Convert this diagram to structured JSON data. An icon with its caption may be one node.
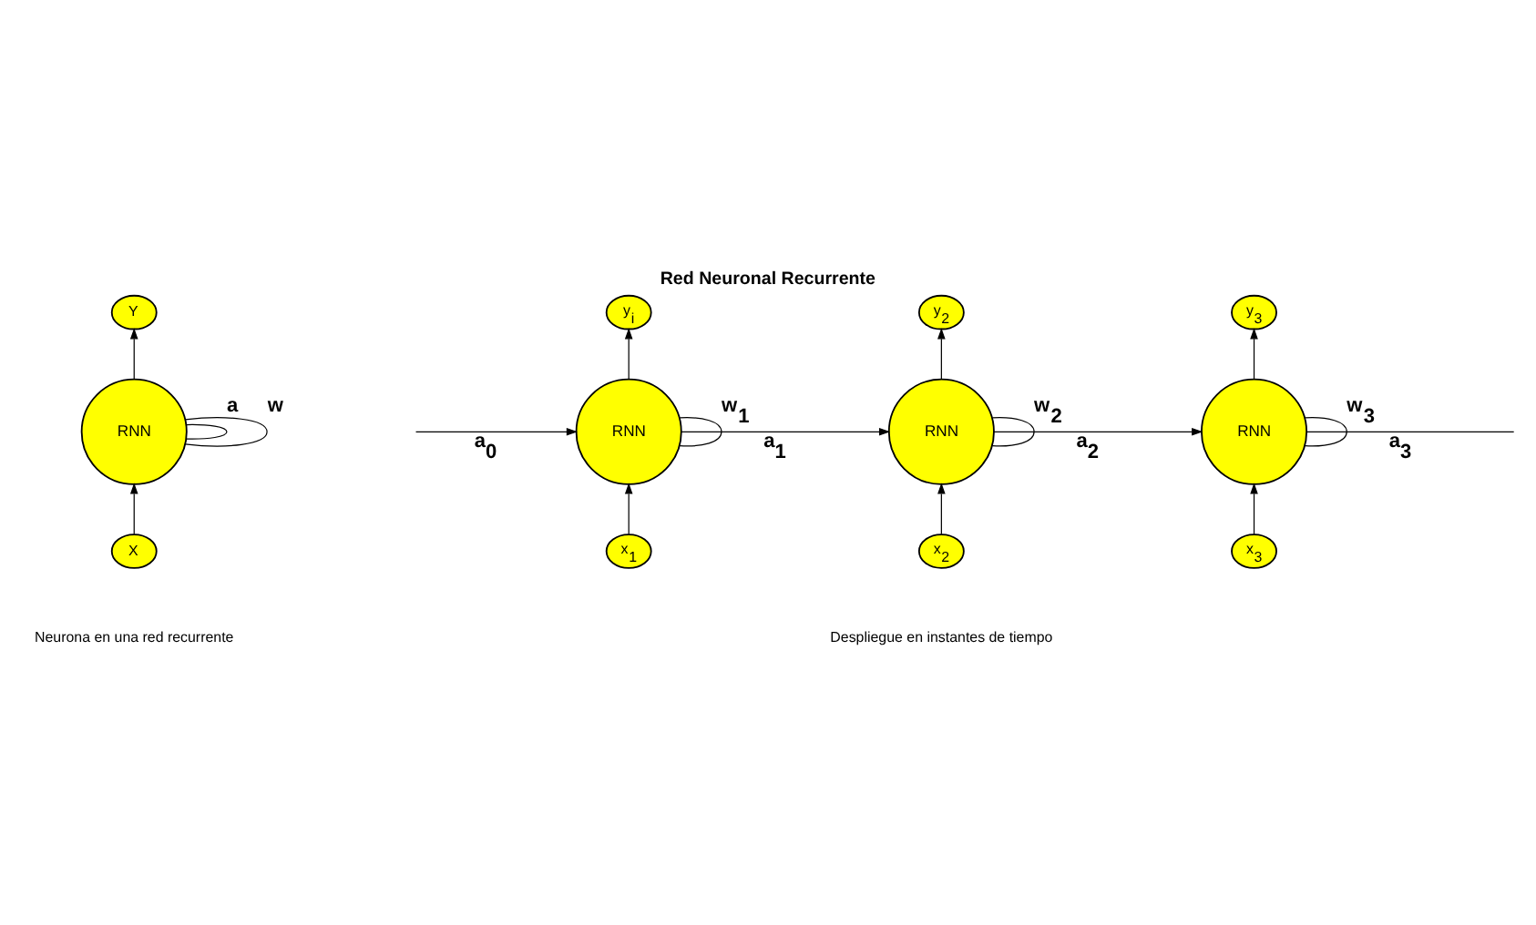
{
  "diagram": {
    "title": "Red Neuronal Recurrente",
    "nodes": [
      {
        "text": [
          "Y"
        ]
      },
      {
        "text": [
          "RNN"
        ]
      },
      {
        "text": [
          "X"
        ]
      },
      {
        "text": [
          "y$_{i}$"
        ]
      },
      {
        "text": [
          "RNN"
        ]
      },
      {
        "text": [
          "x$_{1}$"
        ]
      },
      {
        "text": [
          "y$_{2}$"
        ]
      },
      {
        "text": [
          "RNN"
        ]
      },
      {
        "text": [
          "x$_{2}$"
        ]
      },
      {
        "text": [
          "y$_{3}$"
        ]
      },
      {
        "text": [
          "RNN"
        ]
      },
      {
        "text": [
          "x$_{3}$"
        ]
      }
    ],
    "edges": [
      {
        "from": 2,
        "to": 1,
        "arrow": "to"
      },
      {
        "from": 1,
        "to": 0,
        "arrow": "to"
      },
      {
        "from": 1,
        "to": 1,
        "arrow": "none",
        "label": "a"
      },
      {
        "from": 1,
        "to": 1,
        "arrow": "none",
        "label": "w"
      },
      {
        "from": null,
        "to": 4,
        "arrow": "to",
        "label": "a$_{0}$"
      },
      {
        "from": 5,
        "to": 4,
        "arrow": "to"
      },
      {
        "from": 4,
        "to": 3,
        "arrow": "to"
      },
      {
        "from": 4,
        "to": 4,
        "arrow": "none",
        "label": "w$_{1}$"
      },
      {
        "from": 4,
        "to": 7,
        "arrow": "to",
        "label": "a$_{1}$"
      },
      {
        "from": 8,
        "to": 7,
        "arrow": "to"
      },
      {
        "from": 7,
        "to": 6,
        "arrow": "to"
      },
      {
        "from": 7,
        "to": 7,
        "arrow": "none",
        "label": "w$_{2}$"
      },
      {
        "from": 7,
        "to": 10,
        "arrow": "to",
        "label": "a$_{2}$"
      },
      {
        "from": 11,
        "to": 10,
        "arrow": "to"
      },
      {
        "from": 10,
        "to": 9,
        "arrow": "to"
      },
      {
        "from": 10,
        "to": 10,
        "arrow": "none",
        "label": "w$_{3}$"
      },
      {
        "from": 10,
        "to": null,
        "arrow": "none",
        "label": "a$_{3}$"
      }
    ],
    "labels": [
      "Neurona en una red recurrente",
      "Despliegue en instantes de tiempo"
    ]
  }
}
